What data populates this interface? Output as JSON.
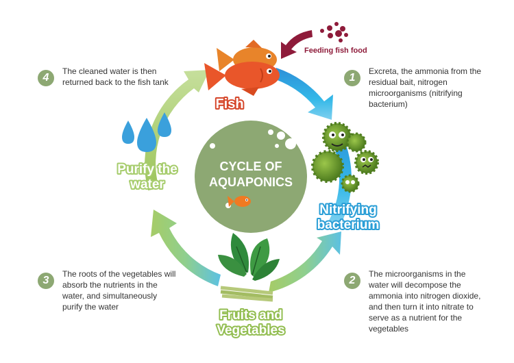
{
  "center": {
    "title_line1": "CYCLE OF",
    "title_line2": "AQUAPONICS"
  },
  "feeding_label": "Feeding fish food",
  "stages": {
    "fish": "Fish",
    "nitrifying_line1": "Nitrifying",
    "nitrifying_line2": "bacterium",
    "fruits_line1": "Fruits and",
    "fruits_line2": "Vegetables",
    "purify_line1": "Purify the",
    "purify_line2": "water"
  },
  "steps": [
    {
      "number": "1",
      "text": "Excreta, the ammonia from the residual bait, nitrogen microorganisms (nitrifying bacterium)"
    },
    {
      "number": "2",
      "text": "The microorganisms in the water will decompose the ammonia into nitrogen dioxide, and then turn it into nitrate to serve as a nutrient for the vegetables"
    },
    {
      "number": "3",
      "text": "The roots of the vegetables will absorb the nutrients in the water, and simultaneously purify the water"
    },
    {
      "number": "4",
      "text": "The cleaned water is then returned back to the fish tank"
    }
  ],
  "colors": {
    "center_circle": "#8da873",
    "fish": "#e9562a",
    "arrow_blue": "#29a9e1",
    "arrow_green": "#9cc45a",
    "feed_dark_red": "#8e1b3a",
    "bacteria_green": "#6a9a2c",
    "water_drop": "#3aa0dc",
    "step_number": "#8da873"
  }
}
